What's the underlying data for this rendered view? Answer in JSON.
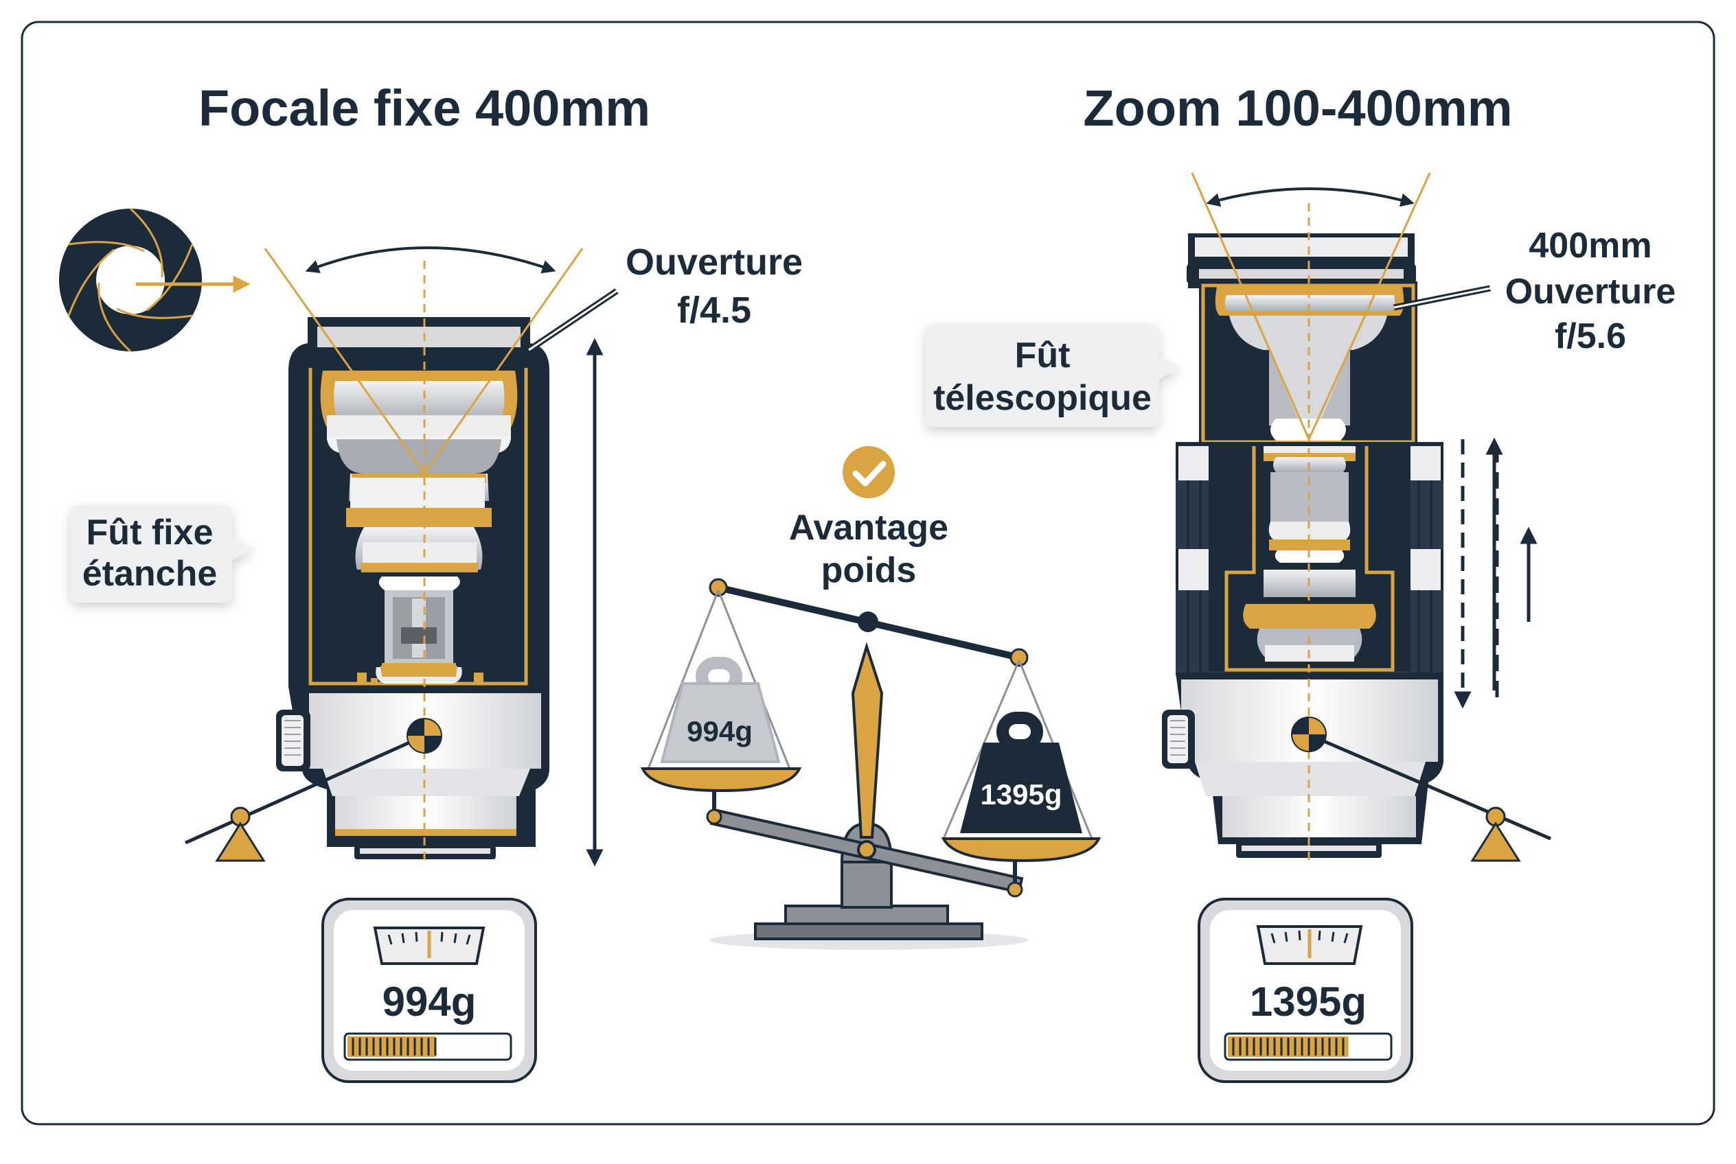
{
  "colors": {
    "navy": "#1c2b3a",
    "gold": "#d9a441",
    "light_gray": "#e8e9ec",
    "mid_gray": "#b8bcc2",
    "steel": "#7e8288",
    "white": "#ffffff",
    "background": "#ffffff"
  },
  "left": {
    "title": "Focale fixe 400mm",
    "aperture_label_line1": "Ouverture",
    "aperture_label_line2": "f/4.5",
    "barrel_label_line1": "Fût fixe",
    "barrel_label_line2": "étanche",
    "scale_weight": "994g",
    "scale_fill": 0.55
  },
  "right": {
    "title": "Zoom 100-400mm",
    "aperture_label_line1": "400mm",
    "aperture_label_line2": "Ouverture",
    "aperture_label_line3": "f/5.6",
    "barrel_label_line1": "Fût",
    "barrel_label_line2": "télescopique",
    "scale_weight": "1395g",
    "scale_fill": 0.75
  },
  "center": {
    "advantage_line1": "Avantage",
    "advantage_line2": "poids",
    "light_weight": "994g",
    "heavy_weight": "1395g"
  },
  "icons": {
    "aperture": "aperture-blades-icon",
    "check": "checkmark-icon",
    "balance": "balance-scale-icon",
    "fulcrum": "fulcrum-icon"
  }
}
